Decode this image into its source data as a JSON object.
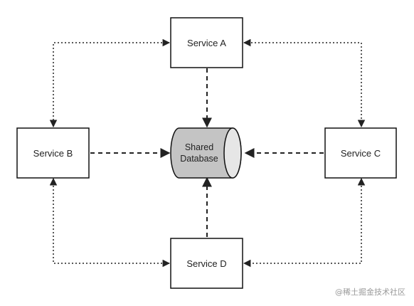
{
  "services": {
    "a": "Service A",
    "b": "Service B",
    "c": "Service C",
    "d": "Service D"
  },
  "database": {
    "line1": "Shared",
    "line2": "Database"
  },
  "watermark": "@稀土掘金技术社区",
  "colors": {
    "db_fill": "#c4c4c4",
    "db_top": "#e6e6e6",
    "stroke": "#111111"
  }
}
